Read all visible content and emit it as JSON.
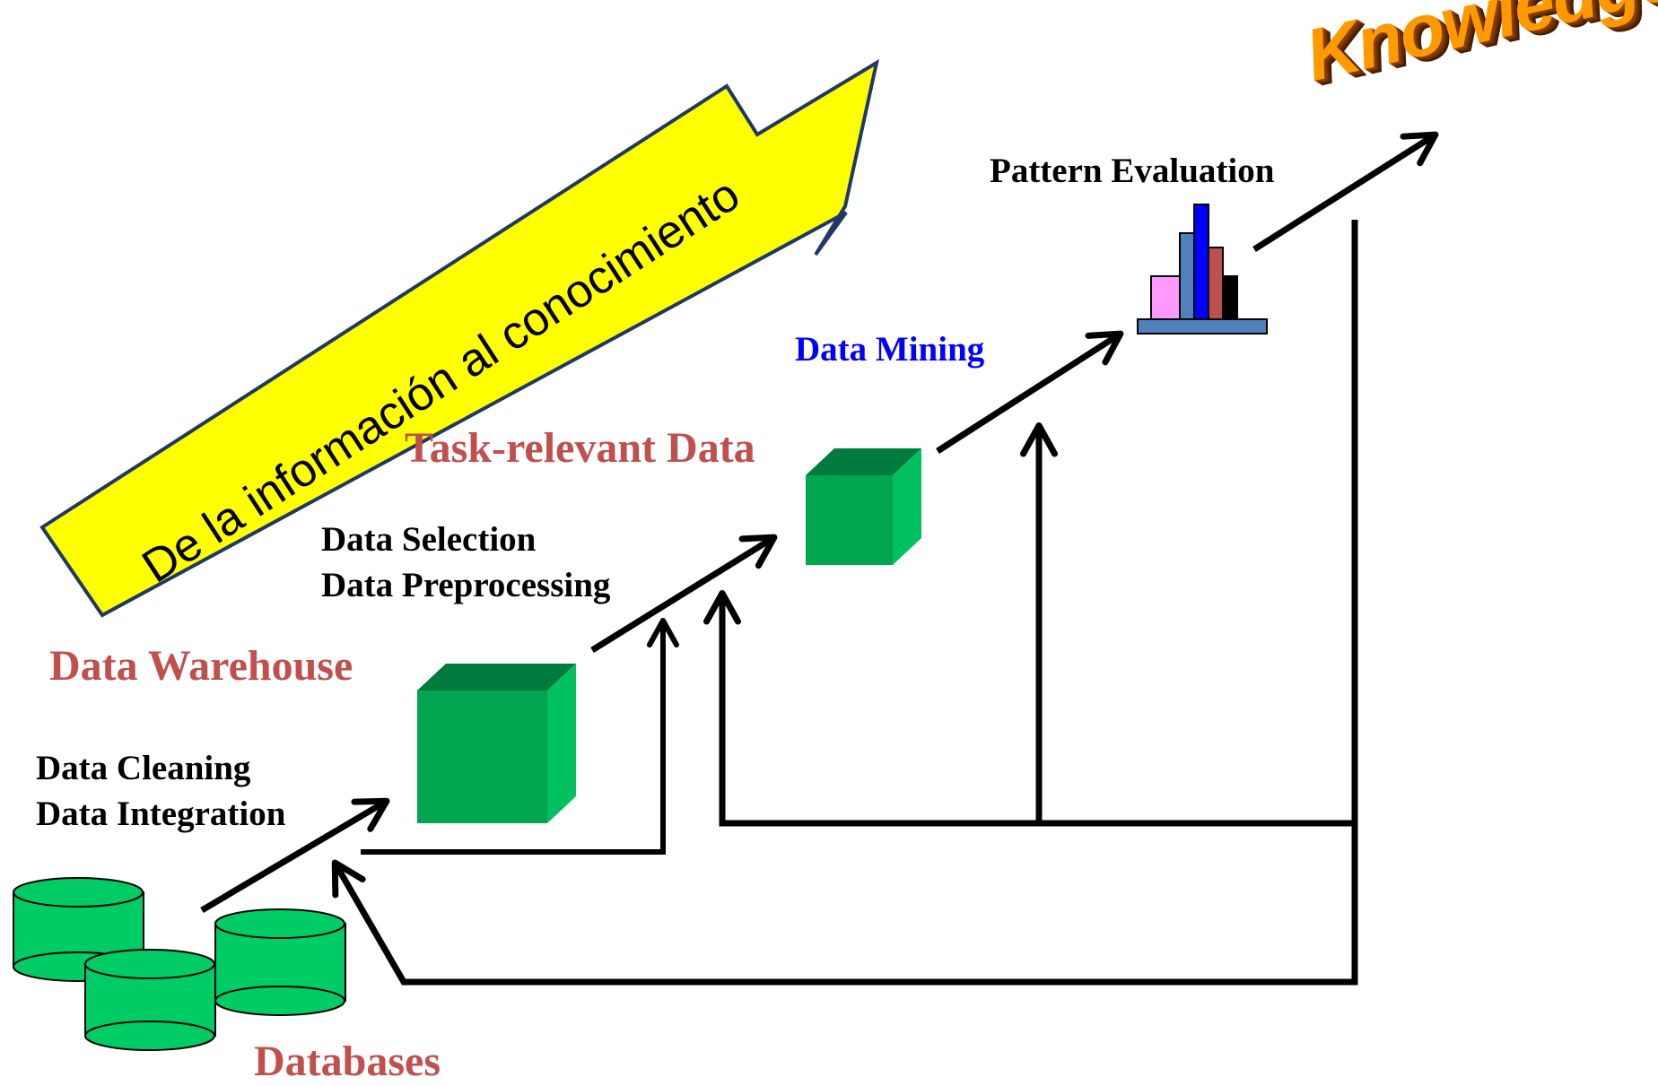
{
  "banner": {
    "text": "De la información al conocimiento"
  },
  "labels": {
    "knowledge": "Knowledge",
    "pattern_evaluation": "Pattern Evaluation",
    "data_mining": "Data Mining",
    "task_relevant_data": "Task-relevant Data",
    "data_selection": "Data Selection",
    "data_preprocessing": "Data Preprocessing",
    "data_warehouse": "Data Warehouse",
    "data_cleaning": "Data Cleaning",
    "data_integration": "Data Integration",
    "databases": "Databases"
  },
  "colors": {
    "banner_fill": "#ffff00",
    "banner_stroke": "#1f3864",
    "cube_front": "#00a550",
    "cube_top": "#007a3d",
    "cube_side": "#00c060",
    "cylinder_fill": "#00cc66",
    "stage_label": "#c0504d",
    "data_mining_label": "#0000ff",
    "knowledge": "#ff9900",
    "bar_pink": "#ff99ff",
    "bar_steel": "#4f81bd",
    "bar_blue": "#0000ff",
    "bar_brown": "#c0504d",
    "bar_black": "#000000"
  }
}
